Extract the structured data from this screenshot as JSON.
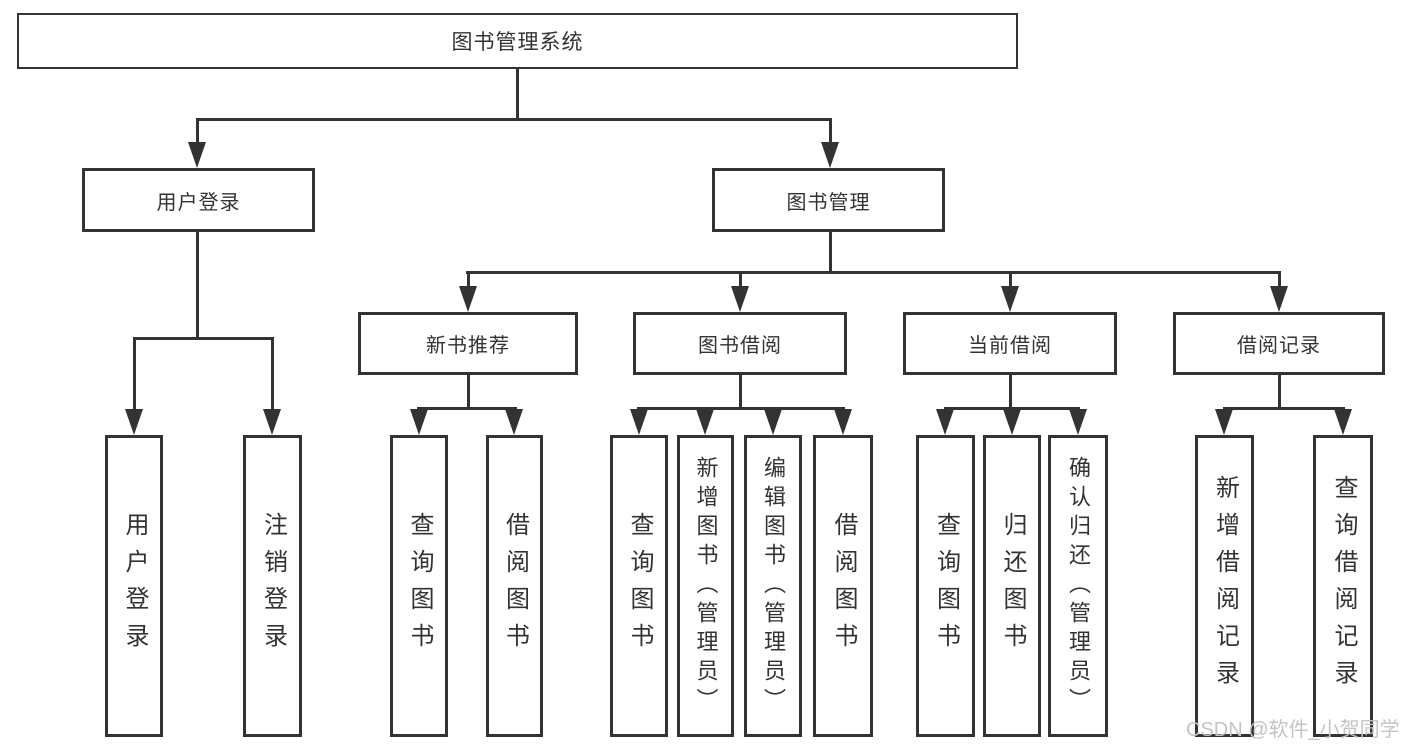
{
  "colors": {
    "line": "#333333",
    "text": "#333333",
    "background": "#ffffff",
    "watermark": "#c4c4c4"
  },
  "tree": {
    "root": {
      "label": "图书管理系统"
    },
    "branches": [
      {
        "label": "用户登录",
        "children": [
          {
            "label": "用户登录"
          },
          {
            "label": "注销登录"
          }
        ]
      },
      {
        "label": "图书管理",
        "children": [
          {
            "label": "新书推荐",
            "children": [
              {
                "label": "查询图书"
              },
              {
                "label": "借阅图书"
              }
            ]
          },
          {
            "label": "图书借阅",
            "children": [
              {
                "label": "查询图书"
              },
              {
                "label": "新增图书（管理员）"
              },
              {
                "label": "编辑图书（管理员）"
              },
              {
                "label": "借阅图书"
              }
            ]
          },
          {
            "label": "当前借阅",
            "children": [
              {
                "label": "查询图书"
              },
              {
                "label": "归还图书"
              },
              {
                "label": "确认归还（管理员）"
              }
            ]
          },
          {
            "label": "借阅记录",
            "children": [
              {
                "label": "新增借阅记录"
              },
              {
                "label": "查询借阅记录"
              }
            ]
          }
        ]
      }
    ]
  },
  "watermark": "CSDN @软件_小贺同学"
}
